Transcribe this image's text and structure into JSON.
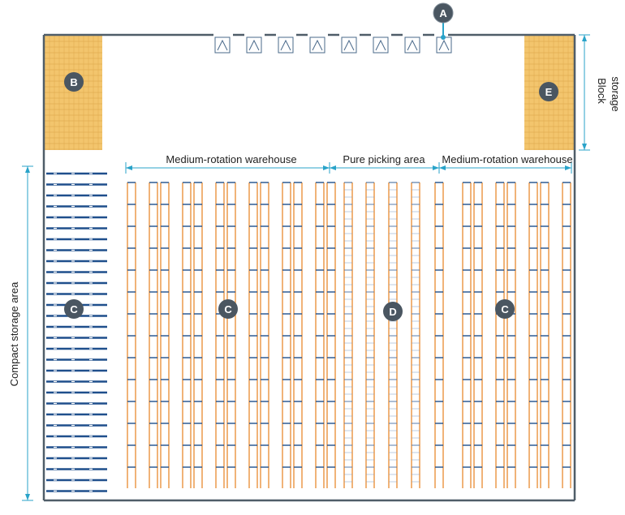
{
  "colors": {
    "wall": "#4f5d68",
    "dimension": "#29a3c9",
    "rack_upright": "#e98a2f",
    "beam": "#1f4f8c",
    "block": "#f3c56d",
    "block_line": "#d9a246",
    "marker": "#4a5661"
  },
  "labels": {
    "block_storage_line1": "Block",
    "block_storage_line2": "storage",
    "medium_rotation_left": "Medium-rotation warehouse",
    "pure_picking": "Pure picking area",
    "medium_rotation_right": "Medium-rotation warehouse",
    "compact_storage": "Compact storage area"
  },
  "markers": {
    "a": "A",
    "b": "B",
    "c1": "C",
    "c2": "C",
    "d": "D",
    "e": "E",
    "c3": "C"
  },
  "icons": {
    "dock_door": "dock-door-icon",
    "marker": "zone-marker-icon"
  }
}
